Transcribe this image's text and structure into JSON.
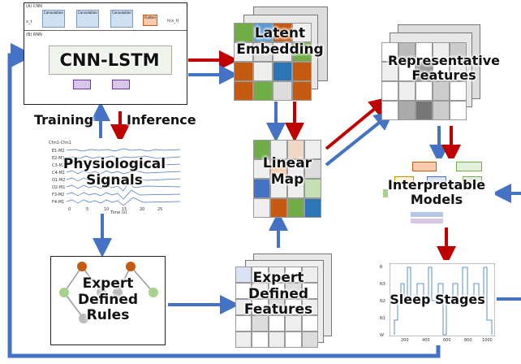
{
  "labels": {
    "cnn_lstm": "CNN-LSTM",
    "latent_embedding": [
      "Latent",
      "Embedding"
    ],
    "representative_features": [
      "Representative",
      "Features"
    ],
    "training": "Training",
    "inference": "Inference",
    "physiological_signals": [
      "Physiological",
      "Signals"
    ],
    "linear_map": [
      "Linear",
      "Map"
    ],
    "interpretable_models": [
      "Interpretable",
      "Models"
    ],
    "expert_defined_rules": [
      "Expert",
      "Defined",
      "Rules"
    ],
    "expert_defined_features": [
      "Expert",
      "Defined",
      "Features"
    ],
    "sleep_stages": "Sleep Stages"
  },
  "cnn_panel": {
    "section_a": "(A) CNN",
    "section_b": "(B) RNN",
    "block1": "Convolution",
    "block2": "Convolution",
    "block3": "Convolution",
    "block4": "Flatten",
    "input_var": "x_t",
    "output_var": "h(x_t)"
  },
  "signals_panel": {
    "channel_header": "Chn1-Chn1",
    "channels": [
      "E1-M2",
      "E2-M1",
      "C3-M2",
      "C4-M1",
      "O1-M2",
      "O2-M1",
      "F3-M2",
      "F4-M1"
    ],
    "x_ticks": [
      "0",
      "5",
      "10",
      "15",
      "20",
      "25"
    ],
    "x_label": "Time (s)"
  },
  "sleep_chart": {
    "y_ticks": [
      "R",
      "N3",
      "N2",
      "N1",
      "W"
    ],
    "x_ticks": [
      "200",
      "400",
      "600",
      "800",
      "1000"
    ]
  },
  "colors": {
    "blue_arrow": "#4472c4",
    "red_arrow": "#c00000",
    "orange": "#c55a11",
    "teal": "#2e75b6",
    "green": "#70ad47"
  }
}
